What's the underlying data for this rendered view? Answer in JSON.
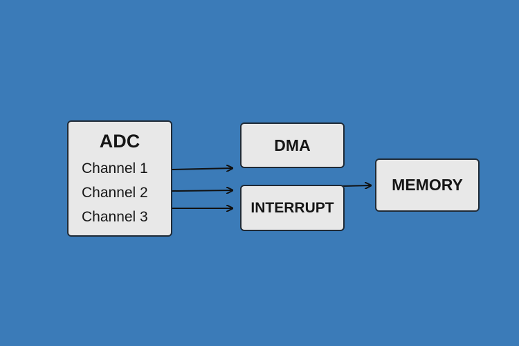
{
  "diagram": {
    "background_color": "#3b7bb8",
    "box_color": "#e8e8e8",
    "line_color": "#111111",
    "adc": {
      "title": "ADC",
      "channels": [
        "Channel 1",
        "Channel 2",
        "Channel 3"
      ]
    },
    "dma": {
      "title": "DMA"
    },
    "interrupt": {
      "title": "INTERRUPT"
    },
    "memory": {
      "title": "MEMORY"
    },
    "connections": [
      {
        "from": "Channel 1",
        "to": "DMA"
      },
      {
        "from": "Channel 2",
        "to": "INTERRUPT"
      },
      {
        "from": "Channel 3",
        "to": "INTERRUPT"
      },
      {
        "from": "INTERRUPT",
        "to": "MEMORY"
      }
    ]
  }
}
